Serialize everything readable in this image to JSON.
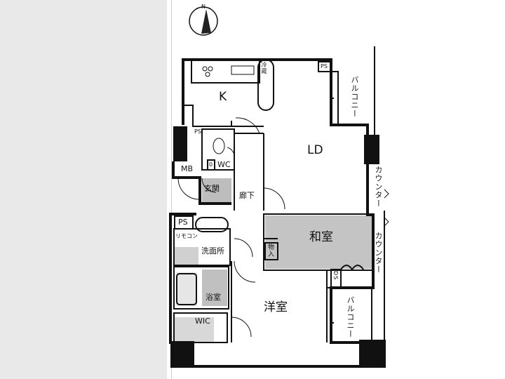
{
  "rooms": {
    "kitchen": "K",
    "living_dining": "LD",
    "washitsu": "和室",
    "youshitsu": "洋室",
    "corridor": "廊下",
    "genkan": "玄関",
    "senmenjo": "洗面所",
    "yokushitsu": "浴室",
    "wic": "WIC",
    "wc": "WC",
    "mb": "MB",
    "ps_kitchen": "PS",
    "ps_entry": "PS",
    "ps_bath": "PS",
    "ps_bottom": "PS",
    "ds": "DS",
    "oshiire": "物入",
    "reizouko": "冷蔵",
    "rimokon": "リモコン",
    "sub_label": "0"
  },
  "exterior": {
    "balcony_top": "バルコニー",
    "balcony_bottom": "バルコニー",
    "counter_upper": "カウンター",
    "counter_lower": "カウンター"
  },
  "compass": {
    "label": "N"
  },
  "colors": {
    "wall": "#111111",
    "tatami": "#c4c4c4",
    "wet_area": "#bdbdbd",
    "floor": "#ffffff"
  }
}
